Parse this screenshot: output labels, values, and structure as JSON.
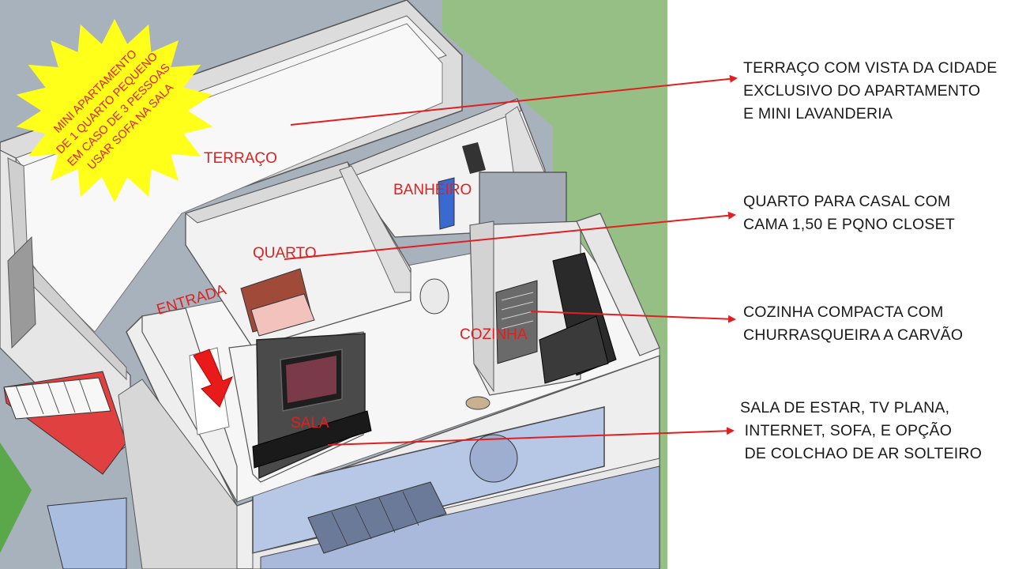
{
  "burst": {
    "lines": [
      "MINI APARTAMENTO",
      "DE 1 QUARTO PEQUENO",
      "EM CASO DE 3 PESSOAS",
      "USAR SOFA NA SALA"
    ]
  },
  "rooms": {
    "terraco": "TERRAÇO",
    "banheiro": "BANHEIRO",
    "quarto": "QUARTO",
    "entrada": "ENTRADA",
    "cozinha": "COZINHA",
    "sala": "SALA"
  },
  "notes": {
    "terraco": [
      "TERRAÇO COM VISTA DA CIDADE",
      "EXCLUSIVO DO APARTAMENTO",
      "E MINI LAVANDERIA"
    ],
    "quarto": [
      "QUARTO PARA CASAL COM",
      "CAMA 1,50 E PQNO CLOSET"
    ],
    "cozinha": [
      "COZINHA COMPACTA COM",
      "CHURRASQUEIRA A CARVÃO"
    ],
    "sala": [
      "SALA DE ESTAR, TV PLANA,",
      " INTERNET, SOFA, E OPÇÃO",
      " DE COLCHAO DE AR SOLTEIRO"
    ]
  },
  "colors": {
    "annotation_red": "#e02020",
    "burst_yellow": "#ffff1a",
    "wall_light": "#f0f0f0",
    "wall_shade": "#c9c9c9",
    "grass": "#96bf86",
    "street": "#a8b2bc"
  }
}
